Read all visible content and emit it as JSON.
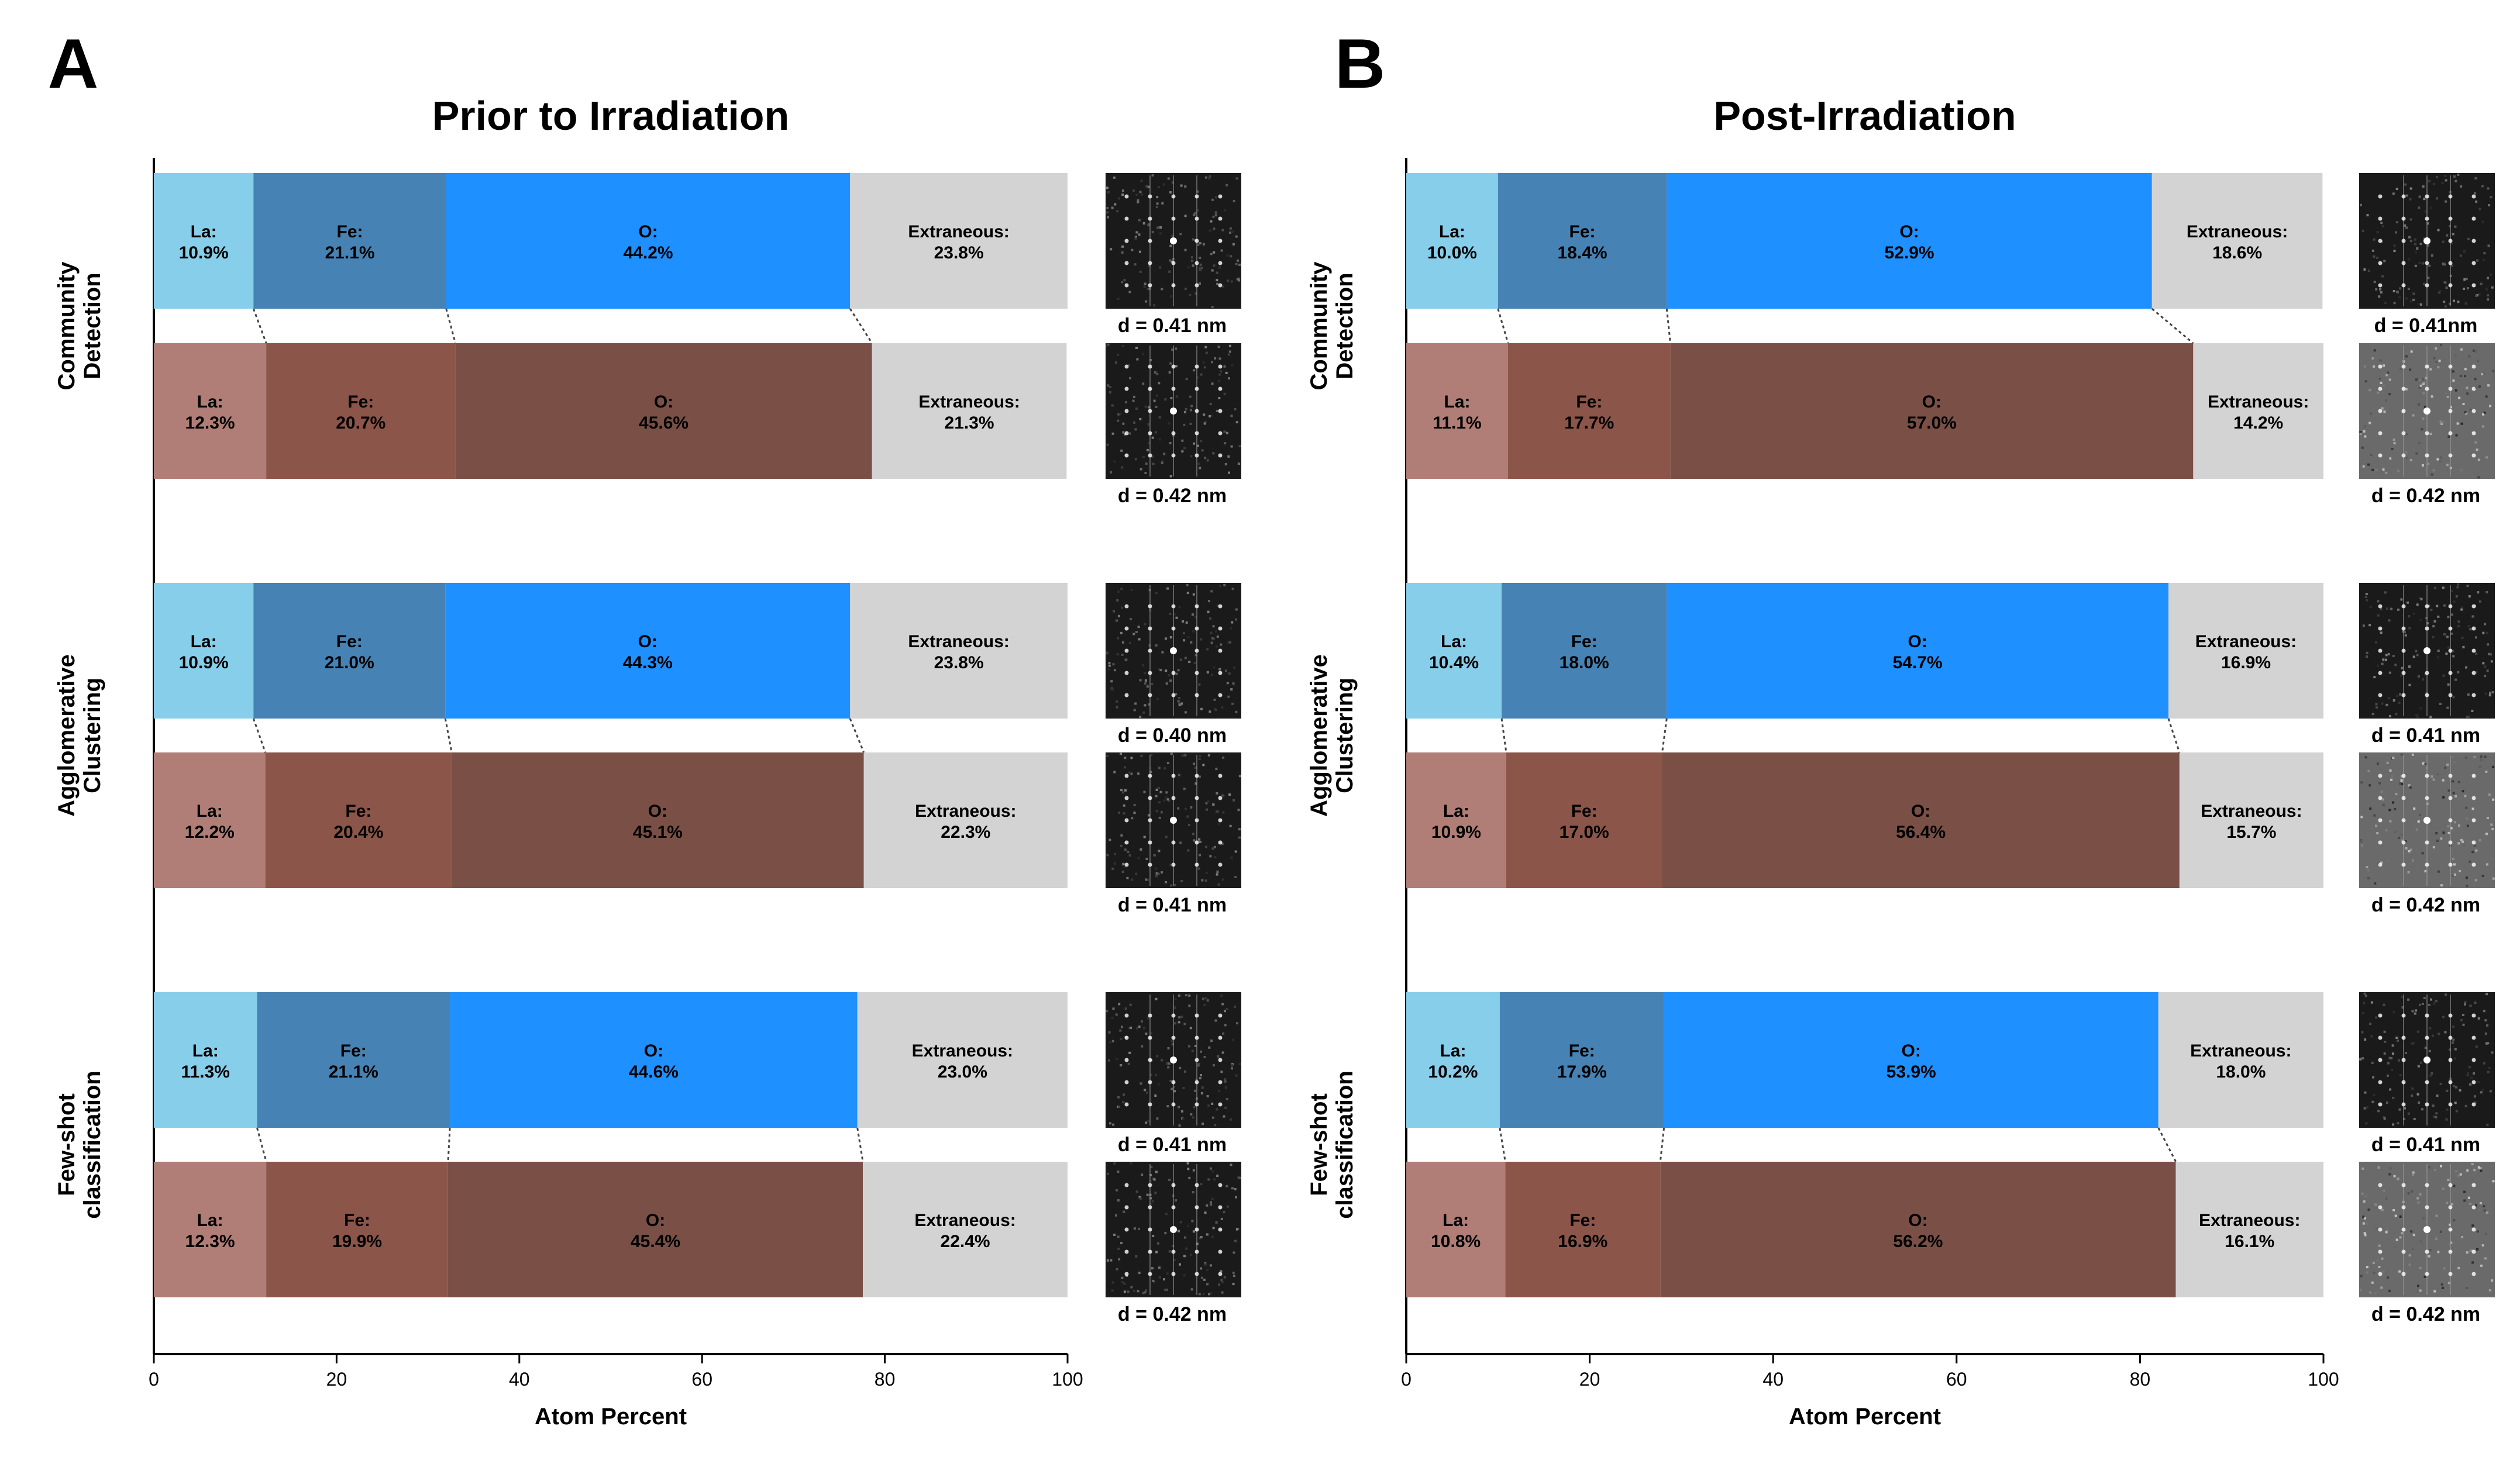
{
  "panels": [
    {
      "letter": "A",
      "title": "Prior to Irradiation",
      "xlabel": "Atom Percent"
    },
    {
      "letter": "B",
      "title": "Post-Irradiation",
      "xlabel": "Atom Percent"
    }
  ],
  "colors": {
    "La_top": "#87ceeb",
    "Fe_top": "#4682b4",
    "O_top": "#1e90ff",
    "La_bottom": "#b07e76",
    "Fe_bottom": "#8b5549",
    "O_bottom": "#7a5046",
    "Extraneous": "#d3d3d3"
  },
  "chart_data": [
    {
      "type": "bar",
      "orientation": "horizontal-stacked",
      "title": "Prior to Irradiation",
      "xlabel": "Atom Percent",
      "xlim": [
        0,
        100
      ],
      "xticks": [
        0,
        20,
        40,
        60,
        80,
        100
      ],
      "components": [
        "La",
        "Fe",
        "O",
        "Extraneous"
      ],
      "groups": [
        {
          "label_lines": [
            "Community",
            "Detection"
          ],
          "rows": [
            {
              "values": [
                10.9,
                21.1,
                44.2,
                23.8
              ],
              "caption": "d = 0.41 nm"
            },
            {
              "values": [
                12.3,
                20.7,
                45.6,
                21.3
              ],
              "caption": "d = 0.42 nm"
            }
          ]
        },
        {
          "label_lines": [
            "Agglomerative",
            "Clustering"
          ],
          "rows": [
            {
              "values": [
                10.9,
                21.0,
                44.3,
                23.8
              ],
              "caption": "d = 0.40 nm"
            },
            {
              "values": [
                12.2,
                20.4,
                45.1,
                22.3
              ],
              "caption": "d = 0.41 nm"
            }
          ]
        },
        {
          "label_lines": [
            "Few-shot",
            "classification"
          ],
          "rows": [
            {
              "values": [
                11.3,
                21.1,
                44.6,
                23.0
              ],
              "caption": "d = 0.41 nm"
            },
            {
              "values": [
                12.3,
                19.9,
                45.4,
                22.4
              ],
              "caption": "d = 0.42 nm"
            }
          ]
        }
      ]
    },
    {
      "type": "bar",
      "orientation": "horizontal-stacked",
      "title": "Post-Irradiation",
      "xlabel": "Atom Percent",
      "xlim": [
        0,
        100
      ],
      "xticks": [
        0,
        20,
        40,
        60,
        80,
        100
      ],
      "components": [
        "La",
        "Fe",
        "O",
        "Extraneous"
      ],
      "groups": [
        {
          "label_lines": [
            "Community",
            "Detection"
          ],
          "rows": [
            {
              "values": [
                10.0,
                18.4,
                52.9,
                18.6
              ],
              "caption": "d = 0.41nm"
            },
            {
              "values": [
                11.1,
                17.7,
                57.0,
                14.2
              ],
              "caption": "d = 0.42 nm"
            }
          ]
        },
        {
          "label_lines": [
            "Agglomerative",
            "Clustering"
          ],
          "rows": [
            {
              "values": [
                10.4,
                18.0,
                54.7,
                16.9
              ],
              "caption": "d = 0.41 nm"
            },
            {
              "values": [
                10.9,
                17.0,
                56.4,
                15.7
              ],
              "caption": "d = 0.42 nm"
            }
          ]
        },
        {
          "label_lines": [
            "Few-shot",
            "classification"
          ],
          "rows": [
            {
              "values": [
                10.2,
                17.9,
                53.9,
                18.0
              ],
              "caption": "d = 0.41 nm"
            },
            {
              "values": [
                10.8,
                16.9,
                56.2,
                16.1
              ],
              "caption": "d = 0.42 nm"
            }
          ]
        }
      ]
    }
  ]
}
